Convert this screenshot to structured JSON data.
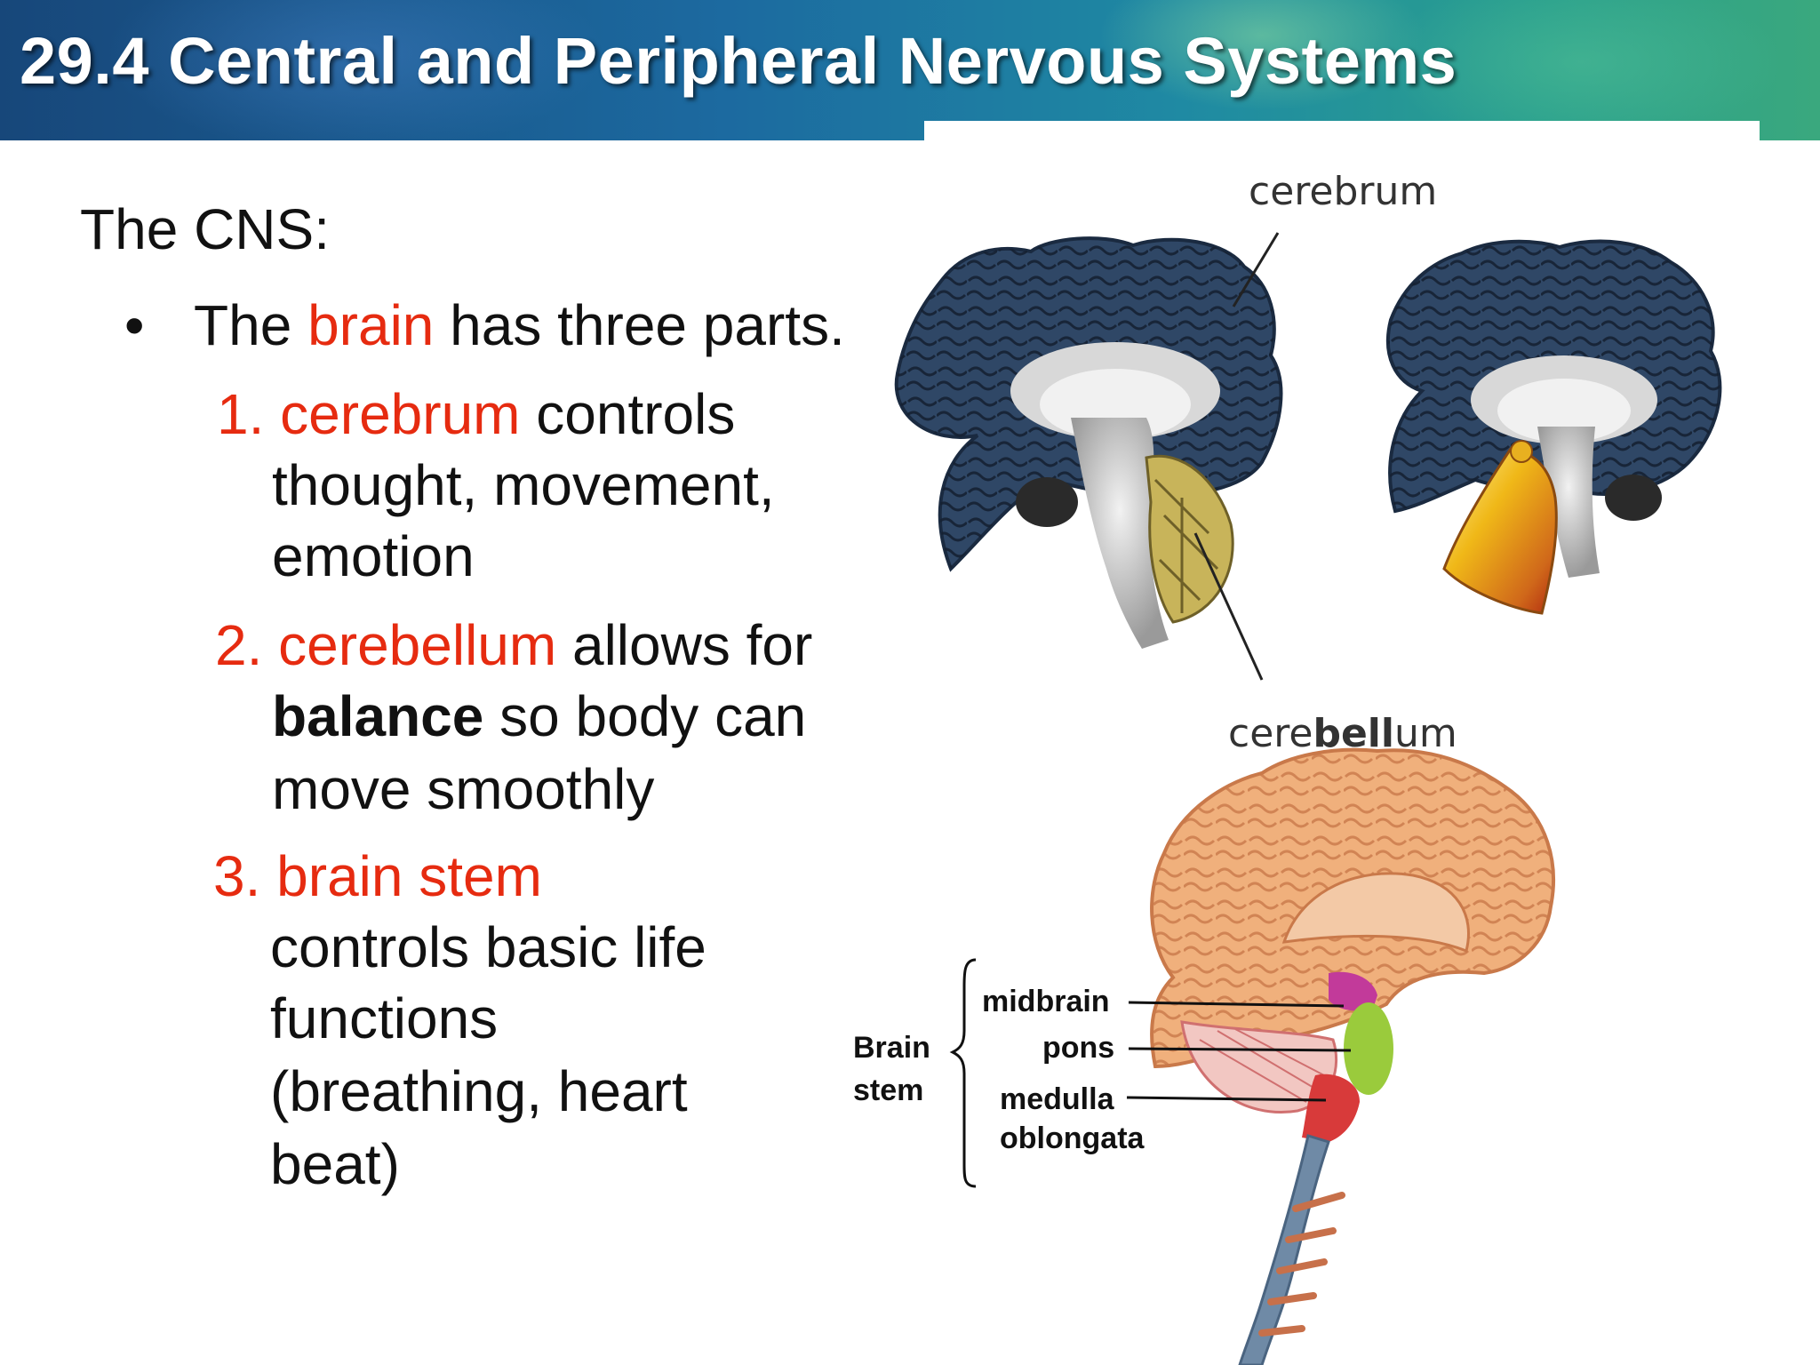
{
  "header": {
    "title": "29.4 Central and Peripheral Nervous Systems"
  },
  "content": {
    "heading": "The CNS:",
    "bullet": {
      "marker": "•",
      "pre": "The ",
      "highlight": "brain",
      "post": " has three parts."
    },
    "items": [
      {
        "number_term": "1. cerebrum",
        "rest_first": " controls",
        "continuation": [
          "thought, movement,",
          "emotion"
        ]
      },
      {
        "number_term": "2. cerebellum",
        "rest_first": " allows for",
        "bold_word": "balance",
        "rest_second": " so body can",
        "continuation": [
          "move smoothly"
        ]
      },
      {
        "number_term": "3. brain stem",
        "continuation": [
          "controls basic life",
          "functions",
          "(breathing, heart",
          "beat)"
        ]
      }
    ]
  },
  "diagram_top": {
    "label_cerebrum": "cerebrum",
    "label_cerebellum_pre": "cere",
    "label_cerebellum_bold": "bell",
    "label_cerebellum_post": "um"
  },
  "diagram_bottom": {
    "brace_label": [
      "Brain",
      "stem"
    ],
    "parts": [
      "midbrain",
      "pons",
      "medulla",
      "oblongata"
    ]
  },
  "colors": {
    "accent": "#e62b10",
    "brain_blue": "#2f4766",
    "cerebellum_olive": "#c8b45a",
    "bell_gold": "#e8b020",
    "brain_pink": "#f0b07c",
    "midbrain": "#c23a9a",
    "pons": "#9acb3c",
    "medulla": "#d83a3a",
    "spinal_cord": "#6f8aa6"
  }
}
